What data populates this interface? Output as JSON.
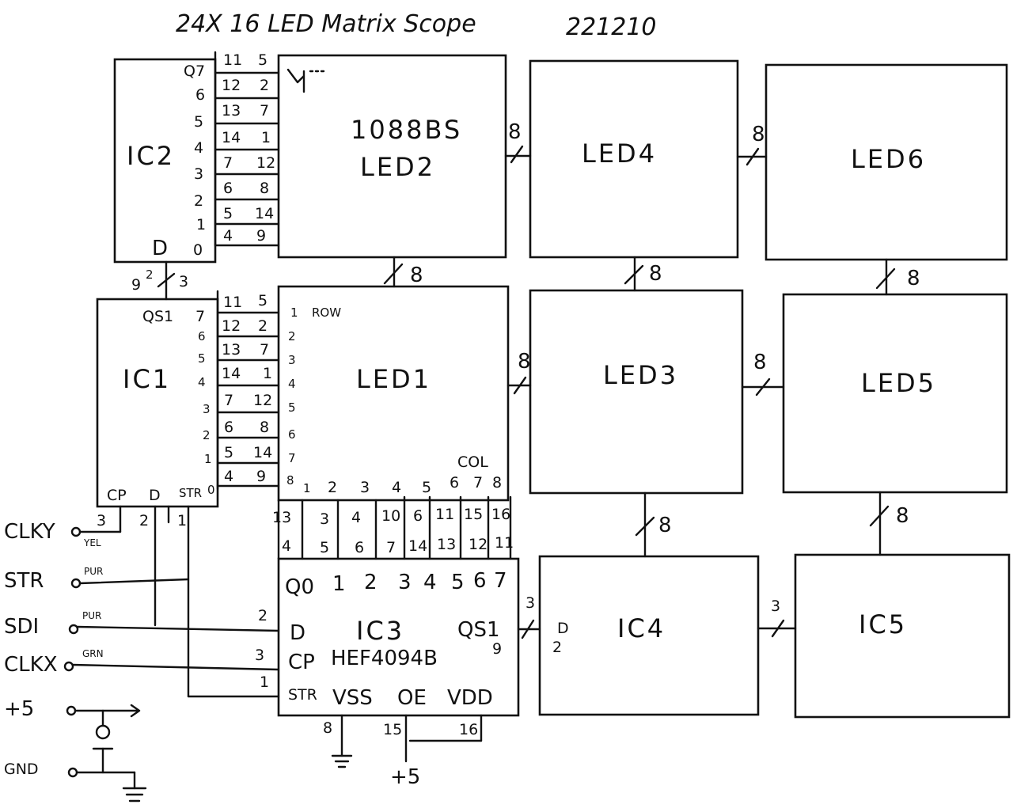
{
  "title": "24X 16 LED Matrix Scope",
  "date": "221210",
  "bus_width": "8",
  "bus3_width": "3",
  "boxes": {
    "ic2": "IC2",
    "ic1": "IC1",
    "ic3": "IC3",
    "ic4": "IC4",
    "ic5": "IC5",
    "led1": "LED1",
    "led2_part": "1088BS",
    "led2": "LED2",
    "led3": "LED3",
    "led4": "LED4",
    "led5": "LED5",
    "led6": "LED6"
  },
  "ic2": {
    "q7": "Q7",
    "outputs": [
      "6",
      "5",
      "4",
      "3",
      "2",
      "1"
    ],
    "d": "D",
    "zero": "0"
  },
  "ic2_ic1_link": {
    "left": "9",
    "mid": "2",
    "right": "3"
  },
  "ic1": {
    "qs1": "QS1",
    "qs1_pin": "7",
    "outputs": [
      "6",
      "5",
      "4",
      "3",
      "2",
      "1"
    ],
    "str_pin": "0",
    "cp": "CP",
    "d": "D",
    "str": "STR",
    "bottom_pins": [
      "3",
      "2",
      "1"
    ]
  },
  "row_map": [
    [
      "11",
      "5"
    ],
    [
      "12",
      "2"
    ],
    [
      "13",
      "7"
    ],
    [
      "14",
      "1"
    ],
    [
      "7",
      "12"
    ],
    [
      "6",
      "8"
    ],
    [
      "5",
      "14"
    ],
    [
      "4",
      "9"
    ]
  ],
  "led1": {
    "row": "ROW",
    "row_numbers": [
      "1",
      "2",
      "3",
      "4",
      "5",
      "6",
      "7",
      "8"
    ],
    "col": "COL",
    "col_numbers": [
      "1",
      "2",
      "3",
      "4",
      "5",
      "6",
      "7",
      "8"
    ]
  },
  "col_map_top": [
    "13",
    "3",
    "4",
    "10",
    "6",
    "11",
    "15",
    "16"
  ],
  "col_map_bottom": [
    "4",
    "5",
    "6",
    "7",
    "14",
    "13",
    "12",
    "11"
  ],
  "ic3": {
    "outputs_top": [
      "Q0",
      "1",
      "2",
      "3",
      "4",
      "5",
      "6",
      "7"
    ],
    "d": "D",
    "cp": "CP",
    "part": "HEF4094B",
    "str": "STR",
    "vss": "VSS",
    "oe": "OE",
    "vdd": "VDD",
    "qs1": "QS1",
    "qs1_pin": "9",
    "pin_d": "2",
    "pin_cp": "3",
    "pin_str": "1",
    "pin_vss": "8",
    "pin_oe": "15",
    "pin_vdd": "16",
    "plus5": "+5"
  },
  "ic4": {
    "d": "D",
    "d_pin": "2"
  },
  "connectors": [
    {
      "label": "CLKY",
      "color": "YEL"
    },
    {
      "label": "STR",
      "color": "PUR"
    },
    {
      "label": "SDI",
      "color": "PUR"
    },
    {
      "label": "CLKX",
      "color": "GRN"
    },
    {
      "label": "+5",
      "color": ""
    },
    {
      "label": "GND",
      "color": ""
    }
  ]
}
